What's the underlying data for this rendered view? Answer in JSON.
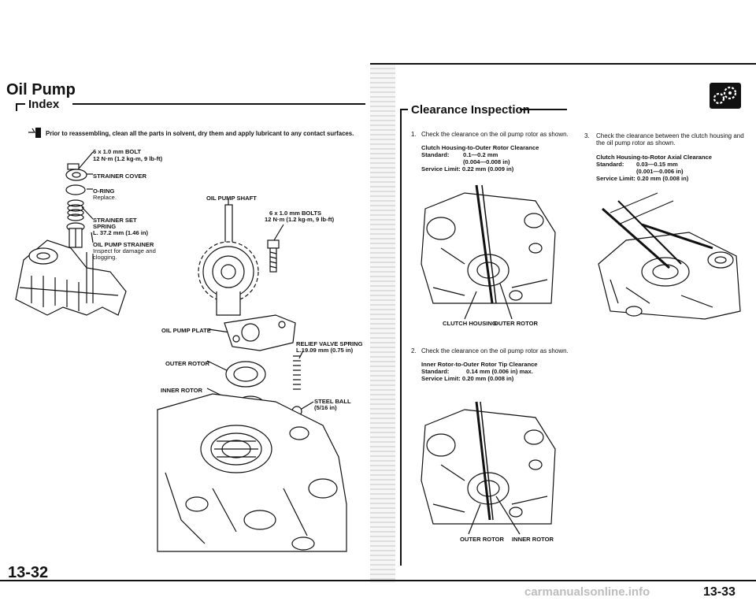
{
  "left_page": {
    "title": "Oil Pump",
    "section": "Index",
    "note": "Prior to reassembling, clean all the parts in solvent, dry them and apply lubricant to any contact surfaces.",
    "labels": {
      "bolt_spec": "6 x 1.0 mm BOLT",
      "bolt_torque": "12 N·m (1.2 kg-m, 9 lb-ft)",
      "strainer_cover": "STRAINER COVER",
      "o_ring": "O-RING",
      "o_ring_note": "Replace.",
      "strainer_set": "STRAINER SET",
      "spring": "SPRING",
      "spring_length": "L. 37.2 mm (1.46 in)",
      "oil_pump_strainer": "OIL PUMP STRAINER",
      "strainer_note_1": "Inspect for damage and",
      "strainer_note_2": "clogging.",
      "oil_pump_shaft": "OIL PUMP SHAFT",
      "bolts_spec": "6 x 1.0 mm BOLTS",
      "bolts_torque": "12 N·m (1.2 kg-m, 9 lb-ft)",
      "oil_pump_plate": "OIL PUMP PLATE",
      "relief_spring": "RELIEF VALVE SPRING",
      "relief_length": "L.19.09 mm (0.75 in)",
      "outer_rotor": "OUTER ROTOR",
      "inner_rotor": "INNER ROTOR",
      "steel_ball": "STEEL BALL",
      "steel_ball_size": "(5/16 in)"
    },
    "page_number": "13-32"
  },
  "right_page": {
    "section": "Clearance Inspection",
    "step1": {
      "number": "1.",
      "text": "Check the clearance on the oil pump rotor as shown.",
      "heading": "Clutch Housing-to-Outer Rotor Clearance",
      "standard_label": "Standard:",
      "standard_value_1": "0.1—0.2 mm",
      "standard_value_2": "(0.004—0.008 in)",
      "service": "Service Limit: 0.22 mm (0.009 in)",
      "fig_label_left": "CLUTCH HOUSING",
      "fig_label_right": "OUTER ROTOR"
    },
    "step2": {
      "number": "2.",
      "text": "Check the clearance on the oil pump rotor as shown.",
      "heading": "Inner Rotor-to-Outer Rotor Tip Clearance",
      "standard_label": "Standard:",
      "standard_value": "0.14 mm (0.006 in) max.",
      "service": "Service Limit: 0.20 mm (0.008 in)",
      "fig_label_left": "OUTER ROTOR",
      "fig_label_right": "INNER ROTOR"
    },
    "step3": {
      "number": "3.",
      "text_1": "Check the clearance between the clutch housing and",
      "text_2": "the oil pump rotor as shown.",
      "heading": "Clutch Housing-to-Rotor Axial Clearance",
      "standard_label": "Standard:",
      "standard_value_1": "0.03—0.15 mm",
      "standard_value_2": "(0.001—0.006 in)",
      "service": "Service Limit: 0.20 mm (0.008 in)"
    },
    "page_number": "13-33"
  },
  "watermark": "carmanualsonline.info"
}
